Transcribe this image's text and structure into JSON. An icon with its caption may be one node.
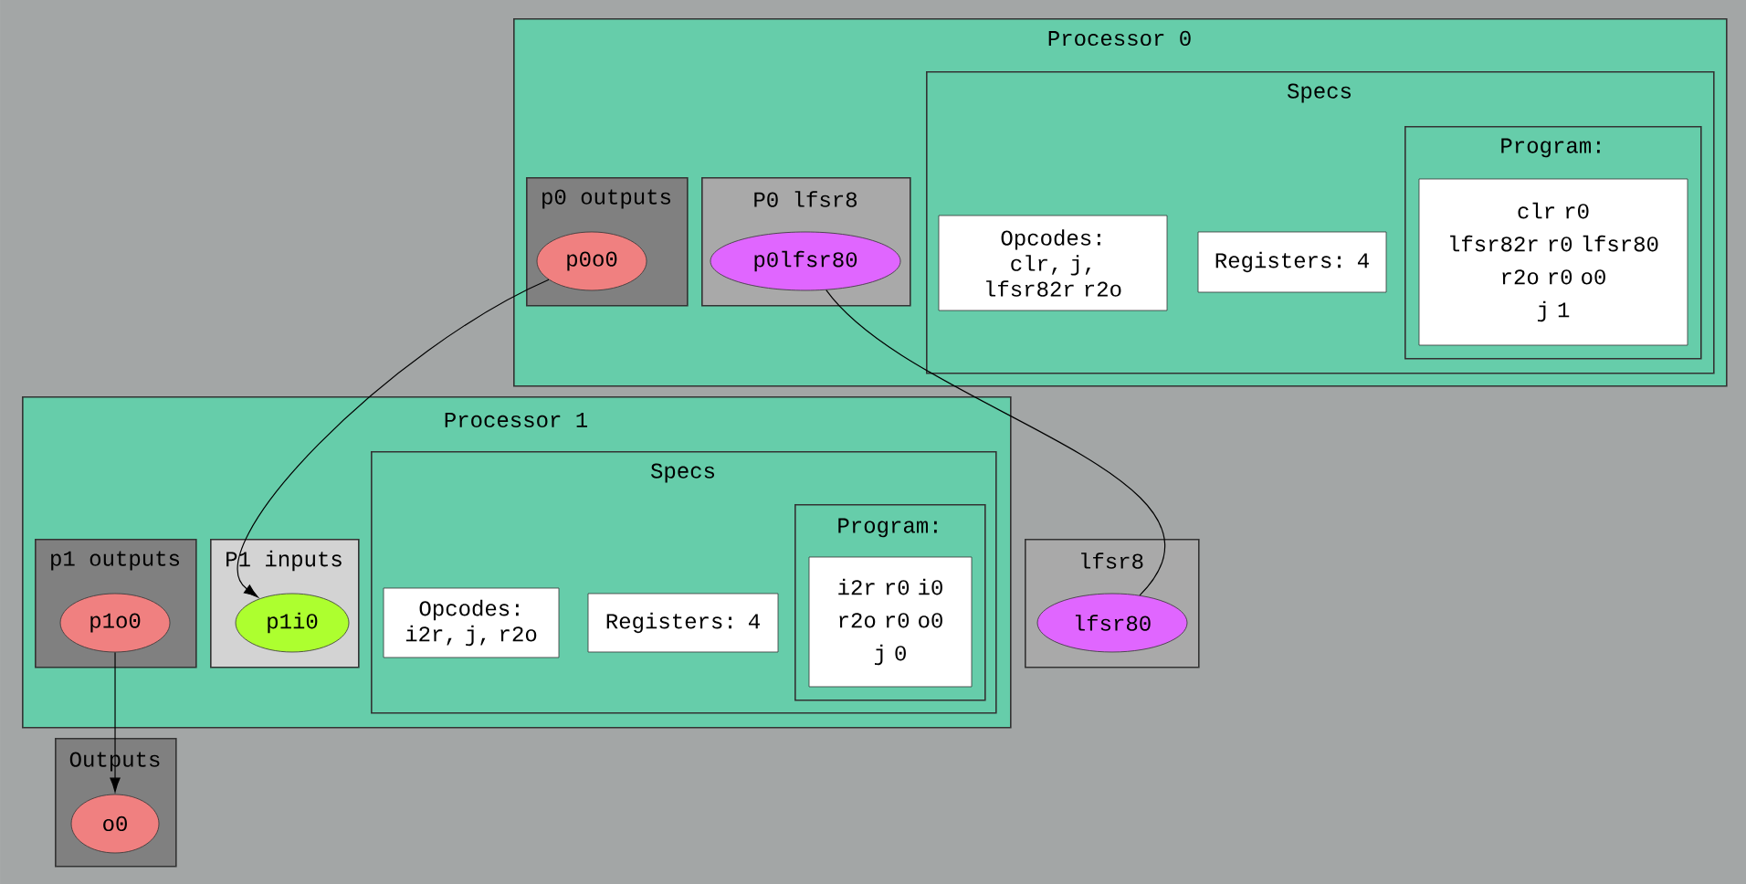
{
  "diagram": {
    "nodes": [
      {
        "text": [
          "Processor 0"
        ]
      },
      {
        "text": [
          "p0 outputs"
        ],
        "in": 0
      },
      {
        "text": [
          "p0o0"
        ],
        "in": 1
      },
      {
        "text": [
          "P0 lfsr8"
        ],
        "in": 0
      },
      {
        "text": [
          "p0lfsr80"
        ],
        "in": 3
      },
      {
        "text": [
          "Specs"
        ],
        "in": 0
      },
      {
        "text": [
          "Opcodes:",
          "clr, j, lfsr82r r2o"
        ],
        "in": 5
      },
      {
        "text": [
          "Registers: 4"
        ],
        "in": 5
      },
      {
        "text": [
          "Program:"
        ],
        "in": 5
      },
      {
        "text": [
          "clr r0",
          "lfsr82r r0 lfsr80",
          "r2o r0 o0",
          "j 1"
        ],
        "in": 8
      },
      {
        "text": [
          "Processor 1"
        ]
      },
      {
        "text": [
          "p1 outputs"
        ],
        "in": 10
      },
      {
        "text": [
          "p1o0"
        ],
        "in": 11
      },
      {
        "text": [
          "P1 inputs"
        ],
        "in": 10
      },
      {
        "text": [
          "p1i0"
        ],
        "in": 13
      },
      {
        "text": [
          "Specs"
        ],
        "in": 10
      },
      {
        "text": [
          "Opcodes:",
          "i2r, j, r2o"
        ],
        "in": 15
      },
      {
        "text": [
          "Registers: 4"
        ],
        "in": 15
      },
      {
        "text": [
          "Program:"
        ],
        "in": 15
      },
      {
        "text": [
          "i2r r0 i0",
          "r2o r0 o0",
          "j 0"
        ],
        "in": 18
      },
      {
        "text": [
          "lfsr8"
        ]
      },
      {
        "text": [
          "lfsr80"
        ],
        "in": 20
      },
      {
        "text": [
          "Outputs"
        ]
      },
      {
        "text": [
          "o0"
        ],
        "in": 22
      }
    ],
    "edges": [
      {
        "from": 2,
        "to": 14,
        "arrow": "to"
      },
      {
        "from": 4,
        "to": 21,
        "arrow": "none"
      },
      {
        "from": 12,
        "to": 23,
        "arrow": "to"
      }
    ]
  }
}
